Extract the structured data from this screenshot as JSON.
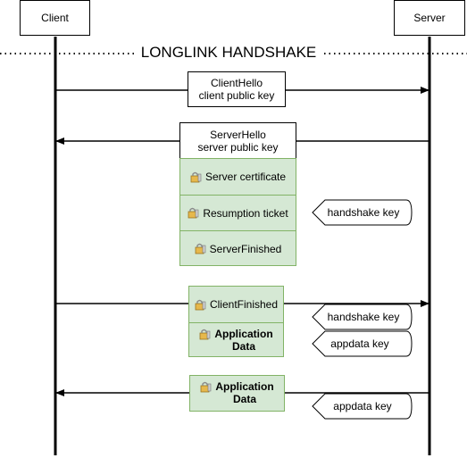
{
  "actors": {
    "client": "Client",
    "server": "Server"
  },
  "section_title": "LONGLINK HANDSHAKE",
  "messages": {
    "client_hello": {
      "line1": "ClientHello",
      "line2": "client public key"
    },
    "server_hello": {
      "line1": "ServerHello",
      "line2": "server public key"
    }
  },
  "server_encrypted": [
    "Server certificate",
    "Resumption ticket",
    "ServerFinished"
  ],
  "client_finished": "ClientFinished",
  "application_data": {
    "line1": "Application",
    "line2": "Data"
  },
  "key_tags": {
    "handshake_key_1": "handshake key",
    "handshake_key_2": "handshake key",
    "appdata_key_1": "appdata key",
    "appdata_key_2": "appdata key"
  },
  "colors": {
    "green_fill": "#d5e8d4",
    "green_border": "#82b366",
    "lock_body": "#e6b84c"
  },
  "icons": [
    "lock-icon"
  ]
}
